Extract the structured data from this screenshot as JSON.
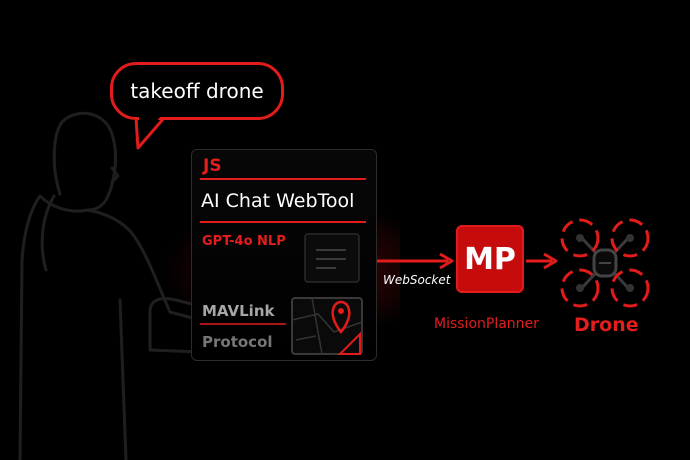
{
  "speech_bubble": {
    "text": "takeoff drone"
  },
  "webtool_panel": {
    "language": "JS",
    "title": "AI Chat WebTool",
    "nlp_label": "GPT-4o NLP",
    "protocol_line1": "MAVLink",
    "protocol_line2": "Protocol"
  },
  "connection": {
    "label": "WebSocket"
  },
  "mission_planner": {
    "abbr": "MP",
    "label": "MissionPlanner"
  },
  "drone": {
    "label": "Drone"
  },
  "colors": {
    "accent": "#e21b1b",
    "background": "#000000",
    "text": "#ffffff",
    "muted": "#777777"
  },
  "icons": [
    "person-silhouette-icon",
    "chat-lines-icon",
    "map-pin-icon",
    "drone-icon",
    "arrow-right-icon"
  ]
}
